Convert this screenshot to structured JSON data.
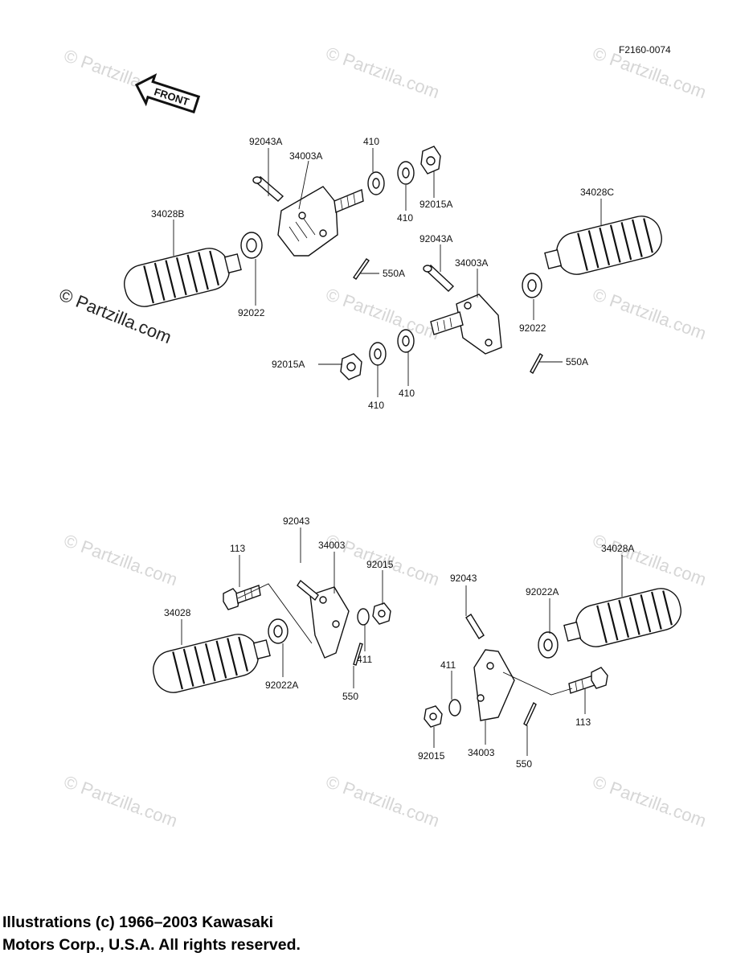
{
  "diagram": {
    "code": "F2160-0074",
    "front_label": "FRONT",
    "watermarks": [
      "© Partzilla.com",
      "© Partzilla.com",
      "© Partzilla.com",
      "© Partzilla.com",
      "© Partzilla.com",
      "© Partzilla.com",
      "© Partzilla.com",
      "© Partzilla.com",
      "© Partzilla.com",
      "© Partzilla.com",
      "© Partzilla.com"
    ],
    "big_watermark": "© Partzilla.com",
    "labels": [
      "92043A",
      "34003A",
      "410",
      "410",
      "92015A",
      "34028B",
      "550A",
      "92022",
      "34028C",
      "92043A",
      "34003A",
      "92022",
      "550A",
      "92015A",
      "410",
      "410",
      "92043",
      "34003",
      "113",
      "92015",
      "34028",
      "411",
      "92022A",
      "550",
      "92043",
      "34028A",
      "92022A",
      "411",
      "113",
      "92015",
      "34003",
      "550"
    ]
  },
  "footer": {
    "line1": "Illustrations (c) 1966–2003 Kawasaki",
    "line2": "Motors Corp., U.S.A.  All rights reserved."
  }
}
